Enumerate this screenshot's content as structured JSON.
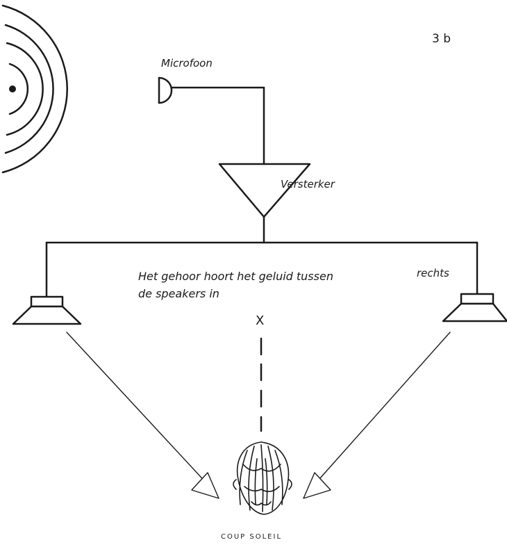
{
  "page_number": "3 b",
  "labels": {
    "microphone": "Microfoon",
    "amplifier": "Versterker",
    "right": "rechts",
    "perception_line1": "Het gehoor hoort het geluid tussen",
    "perception_line2": "de speakers in",
    "phantom_mark": "X",
    "signature": "COUP SOLEIL"
  },
  "icons": [
    "sound-source-icon",
    "microphone-icon",
    "amplifier-icon",
    "speaker-left-icon",
    "speaker-right-icon",
    "listener-head-icon"
  ],
  "colors": {
    "ink": "#1a1a1a",
    "background": "#ffffff"
  }
}
